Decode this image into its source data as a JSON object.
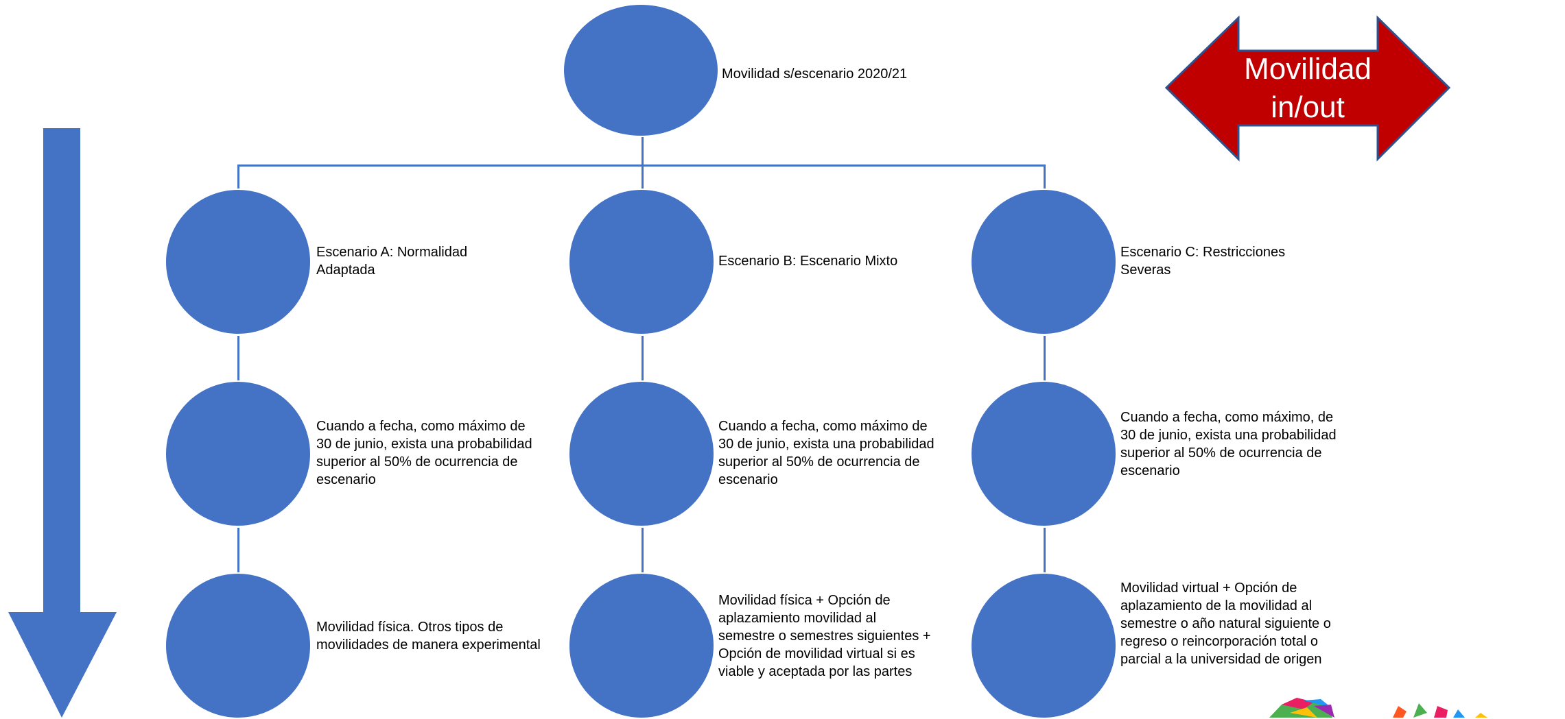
{
  "colors": {
    "node_fill": "#4472c4",
    "connector": "#4472c4",
    "progress_arrow": "#4472c4",
    "mobility_arrow_fill": "#c00000",
    "mobility_arrow_border": "#2f528f",
    "mobility_arrow_text": "#ffffff"
  },
  "root": {
    "label": "Movilidad s/escenario 2020/21"
  },
  "mobility_arrow": {
    "line1": "Movilidad",
    "line2": "in/out",
    "icon": "left-right-arrow"
  },
  "progress_arrow": {
    "icon": "down-arrow"
  },
  "scenarios": [
    {
      "title": "Escenario A: Normalidad Adaptada",
      "condition": "Cuando a fecha, como máximo de 30 de junio, exista una probabilidad superior al 50% de ocurrencia de escenario",
      "measure": "Movilidad física. Otros tipos de movilidades de manera experimental"
    },
    {
      "title": "Escenario B: Escenario Mixto",
      "condition": "Cuando a fecha, como máximo de 30 de junio, exista una probabilidad superior al 50% de ocurrencia de escenario",
      "measure": "Movilidad física + Opción de aplazamiento movilidad al semestre o semestres siguientes + Opción de movilidad virtual si es viable y aceptada por las partes"
    },
    {
      "title": "Escenario C: Restricciones Severas",
      "condition": "Cuando a fecha, como máximo, de 30 de junio, exista una probabilidad superior al 50% de ocurrencia de escenario",
      "measure": "Movilidad virtual + Opción de aplazamiento de la movilidad al semestre o año natural siguiente o regreso o reincorporación total o parcial a la universidad de origen"
    }
  ]
}
